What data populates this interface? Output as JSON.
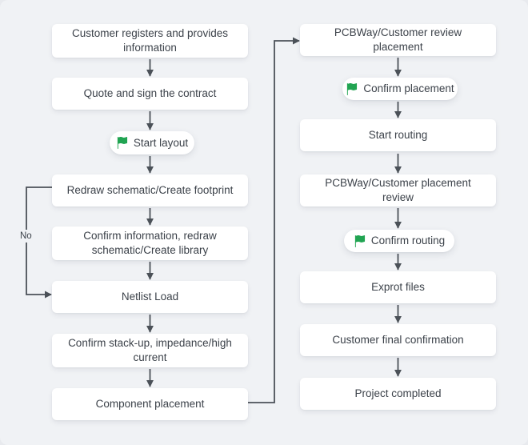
{
  "diagram": {
    "description": "PCB layout service workflow flowchart",
    "colors": {
      "background": "#f0f2f5",
      "node_background": "#ffffff",
      "text": "#3c424a",
      "connector": "#4b5158",
      "flag_green": "#21a452"
    },
    "columns": {
      "left": {
        "nodes": [
          {
            "type": "box",
            "label": "Customer registers and provides information"
          },
          {
            "type": "box",
            "label": "Quote and sign the contract"
          },
          {
            "type": "milestone",
            "label": "Start layout",
            "icon": "flag-icon"
          },
          {
            "type": "box",
            "label": "Redraw schematic/Create footprint"
          },
          {
            "type": "box",
            "label": "Confirm information, redraw schematic/Create library"
          },
          {
            "type": "box",
            "label": "Netlist Load"
          },
          {
            "type": "box",
            "label": "Confirm stack-up, impedance/high current"
          },
          {
            "type": "box",
            "label": "Component placement"
          }
        ]
      },
      "right": {
        "nodes": [
          {
            "type": "box",
            "label": "PCBWay/Customer review placement"
          },
          {
            "type": "milestone",
            "label": "Confirm placement",
            "icon": "flag-icon"
          },
          {
            "type": "box",
            "label": "Start routing"
          },
          {
            "type": "box",
            "label": "PCBWay/Customer placement review"
          },
          {
            "type": "milestone",
            "label": "Confirm routing",
            "icon": "flag-icon"
          },
          {
            "type": "box",
            "label": "Exprot files"
          },
          {
            "type": "box",
            "label": "Customer final confirmation"
          },
          {
            "type": "box",
            "label": "Project completed"
          }
        ]
      }
    },
    "connectors": {
      "no_label": "No",
      "loop": "Redraw schematic/Create footprint -> No -> Netlist Load",
      "column_link": "Component placement -> PCBWay/Customer review placement"
    }
  }
}
